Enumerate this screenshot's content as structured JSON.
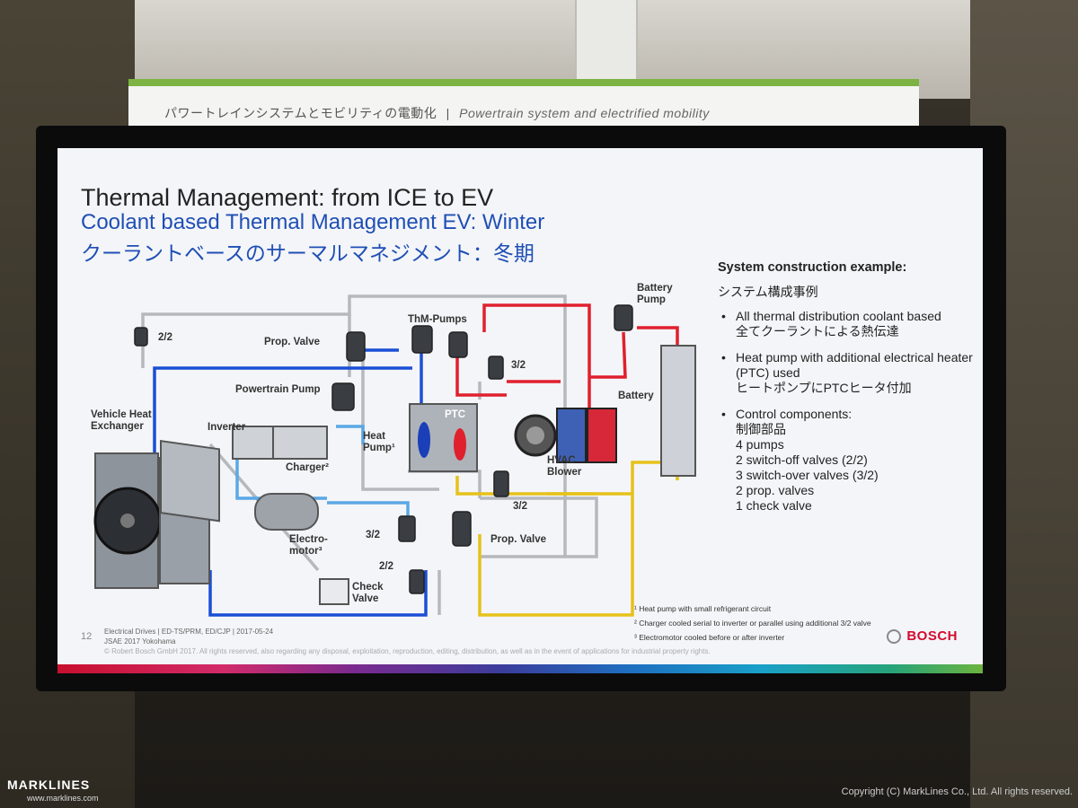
{
  "banner": {
    "jp": "パワートレインシステムとモビリティの電動化",
    "separator": "|",
    "en": "Powertrain system and electrified mobility"
  },
  "slide": {
    "title": "Thermal Management: from ICE to EV",
    "subtitle": "Coolant based Thermal Management EV: Winter",
    "subtitle_jp": "クーラントベースのサーマルマネジメント：冬期"
  },
  "diagram_labels": {
    "vehicle_heat_exchanger": "Vehicle Heat Exchanger",
    "two_two_top": "2/2",
    "prop_valve_top": "Prop. Valve",
    "thm_pumps": "ThM-Pumps",
    "three_two_top": "3/2",
    "battery_pump": "Battery Pump",
    "powertrain_pump": "Powertrain Pump",
    "battery": "Battery",
    "inverter": "Inverter",
    "charger": "Charger²",
    "heat_pump": "Heat Pump¹",
    "ptc": "PTC",
    "hvac_blower": "HVAC Blower",
    "three_two_mid": "3/2",
    "electromotor": "Electro-motor³",
    "three_two_low": "3/2",
    "prop_valve_low": "Prop. Valve",
    "two_two_low": "2/2",
    "check_valve": "Check Valve"
  },
  "side_panel": {
    "heading": "System construction example:",
    "heading_jp": "システム構成事例",
    "bullet1_en": "All thermal distribution coolant based",
    "bullet1_jp": "全てクーラントによる熱伝達",
    "bullet2_en": "Heat pump with additional electrical heater (PTC) used",
    "bullet2_jp": "ヒートポンプにPTCヒータ付加",
    "bullet3_en": "Control components:",
    "bullet3_jp": "制御部品",
    "items": [
      "4 pumps",
      "2 switch-off valves (2/2)",
      "3 switch-over valves (3/2)",
      "2 prop. valves",
      "1 check valve"
    ]
  },
  "footnotes": [
    "¹ Heat pump with small refrigerant circuit",
    "² Charger cooled serial to inverter or parallel using additional 3/2 valve",
    "³ Electromotor cooled before or after inverter"
  ],
  "footer": {
    "page": "12",
    "line1": "Electrical Drives | ED-TS/PRM, ED/CJP | 2017-05-24",
    "line2": "JSAE 2017 Yokohama",
    "line3": "© Robert Bosch GmbH 2017. All rights reserved, also regarding any disposal, exploitation, reproduction, editing, distribution, as well as in the event of applications for industrial property rights.",
    "brand": "BOSCH"
  },
  "watermark": {
    "brand": "MARKLINES",
    "url": "www.marklines.com",
    "copyright": "Copyright (C) MarkLines Co., Ltd. All rights reserved."
  },
  "colors": {
    "coolant_hot": "#e0202e",
    "coolant_cold": "#1a4fd6",
    "coolant_light": "#5aa8e6",
    "return_line": "#e6c21a",
    "pipe_gray": "#b5b8bd",
    "bosch_red": "#d10c2f",
    "slide_blue": "#1f4fb5"
  }
}
